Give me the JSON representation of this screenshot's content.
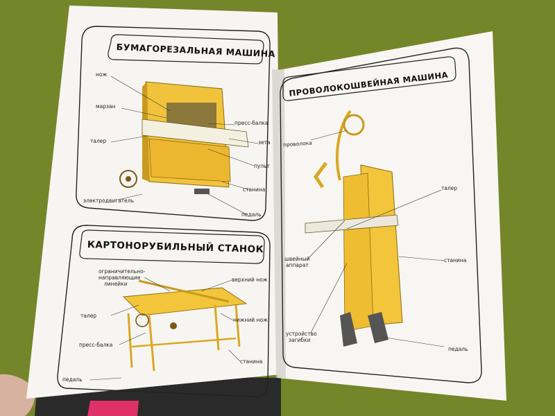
{
  "colors": {
    "background": "#7a8a2c",
    "paper": "#f7f6f2",
    "machine": "#f0c23a",
    "machine_shadow": "#c89a1e",
    "cover_dark": "#2b2b2b",
    "accent": "#e0306a"
  },
  "left_page": {
    "panel_top": {
      "title": "БУМАГОРЕЗАЛЬНАЯ МАШИНА",
      "labels": {
        "knife": "нож",
        "margin": "марзан",
        "taler": "талер",
        "press_beam": "пресс-балка",
        "zeta": "зета",
        "remote": "пульт",
        "frame": "станина",
        "motor": "электродвигатель",
        "pedal": "педаль"
      }
    },
    "panel_bottom": {
      "title": "КАРТОНОРУБИЛЬНЫЙ СТАНОК",
      "labels": {
        "guide_line1": "ограничительно-",
        "guide_line2": "направляющие",
        "guide_line3": "линейки",
        "upper_knife": "верхний нож",
        "taler": "талер",
        "lower_knife": "нижний нож",
        "press_beam": "пресс-балка",
        "frame": "станина",
        "pedal": "педаль"
      }
    }
  },
  "right_page": {
    "title": "ПРОВОЛОКОШВЕЙНАЯ МАШИНА",
    "labels": {
      "wire": "проволока",
      "taler": "талер",
      "stitch_line1": "швейный",
      "stitch_line2": "аппарат",
      "frame": "станина",
      "bend_line1": "устройство",
      "bend_line2": "загибки",
      "pedal": "педаль"
    }
  }
}
